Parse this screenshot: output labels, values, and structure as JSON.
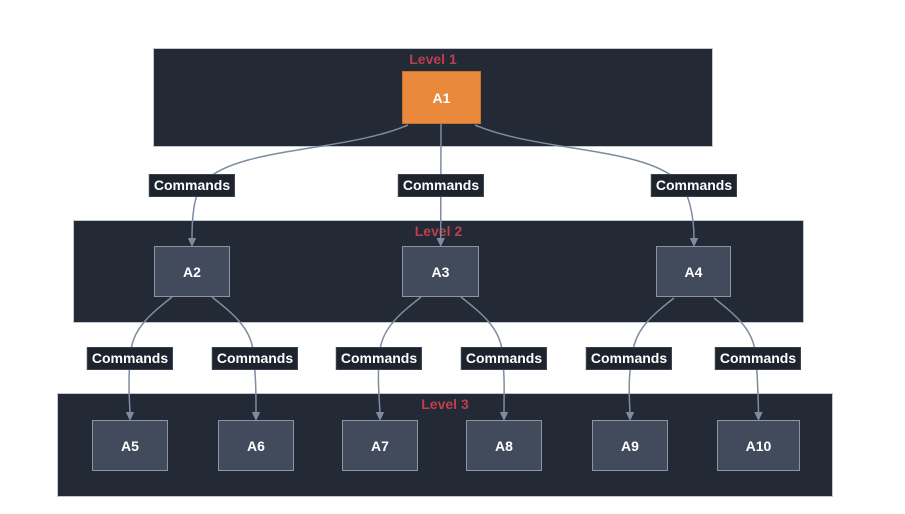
{
  "diagram_type": "flowchart-top-down",
  "clusters": [
    {
      "id": "Level1",
      "title": "Level 1"
    },
    {
      "id": "Level2",
      "title": "Level 2"
    },
    {
      "id": "Level3",
      "title": "Level 3"
    }
  ],
  "nodes": [
    {
      "id": "A1",
      "label": "A1",
      "cluster": "Level 1",
      "style": "orange-root"
    },
    {
      "id": "A2",
      "label": "A2",
      "cluster": "Level 2",
      "style": "default"
    },
    {
      "id": "A3",
      "label": "A3",
      "cluster": "Level 2",
      "style": "default"
    },
    {
      "id": "A4",
      "label": "A4",
      "cluster": "Level 2",
      "style": "default"
    },
    {
      "id": "A5",
      "label": "A5",
      "cluster": "Level 3",
      "style": "default"
    },
    {
      "id": "A6",
      "label": "A6",
      "cluster": "Level 3",
      "style": "default"
    },
    {
      "id": "A7",
      "label": "A7",
      "cluster": "Level 3",
      "style": "default"
    },
    {
      "id": "A8",
      "label": "A8",
      "cluster": "Level 3",
      "style": "default"
    },
    {
      "id": "A9",
      "label": "A9",
      "cluster": "Level 3",
      "style": "default"
    },
    {
      "id": "A10",
      "label": "A10",
      "cluster": "Level 3",
      "style": "default"
    }
  ],
  "edges": [
    {
      "from": "A1",
      "to": "A2",
      "label": "Commands"
    },
    {
      "from": "A1",
      "to": "A3",
      "label": "Commands"
    },
    {
      "from": "A1",
      "to": "A4",
      "label": "Commands"
    },
    {
      "from": "A2",
      "to": "A5",
      "label": "Commands"
    },
    {
      "from": "A2",
      "to": "A6",
      "label": "Commands"
    },
    {
      "from": "A3",
      "to": "A7",
      "label": "Commands"
    },
    {
      "from": "A3",
      "to": "A8",
      "label": "Commands"
    },
    {
      "from": "A4",
      "to": "A9",
      "label": "Commands"
    },
    {
      "from": "A4",
      "to": "A10",
      "label": "Commands"
    }
  ],
  "colors": {
    "background": "#ffffff",
    "cluster_fill": "#232a35",
    "cluster_border": "#c2c6cd",
    "cluster_title": "#bc3f4e",
    "node_fill": "#414b5c",
    "node_border": "#8b95a4",
    "node_text": "#ffffff",
    "root_node_fill": "#e8893c",
    "root_node_border": "#ca7128",
    "edge_stroke": "#7e8ba0",
    "edge_label_bg": "#1e242e",
    "edge_label_text": "#ffffff"
  }
}
